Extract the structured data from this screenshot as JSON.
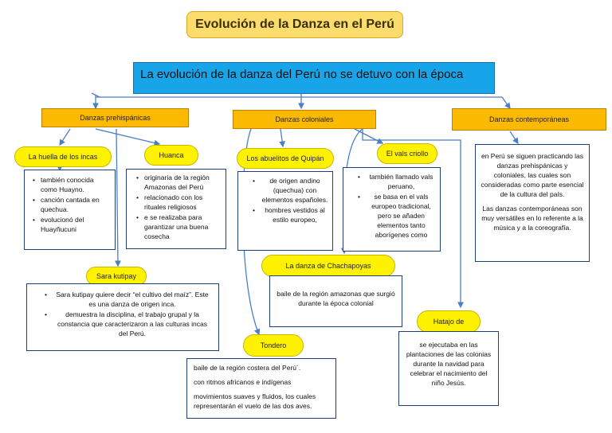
{
  "title": "Evolución de la Danza en el Perú",
  "banner": "La evolución de la danza del Perú no se detuvo con la época",
  "categories": {
    "prehispanic": "Danzas prehispánicas",
    "colonial": "Danzas coloniales",
    "contemporary": "Danzas contemporáneas"
  },
  "nodes": {
    "incas": {
      "label": "La huella de los incas",
      "items": [
        "también conocida como Huayno.",
        "canción cantada en quechua.",
        "evolucionó del Huayñucuni"
      ]
    },
    "huanca": {
      "label": "Huanca",
      "items": [
        "originaria de la región Amazonas del Perú",
        "relacionado con los rituales religiosos",
        "e se realizaba para garantizar una buena cosecha"
      ]
    },
    "sara": {
      "label": "Sara kutipay",
      "items": [
        "Sara kutipay quiere decir “el cultivo del maíz”. Este es una danza de origen inca.",
        "demuestra la disciplina, el trabajo grupal y la constancia que caracterizaron a las culturas incas del Perú."
      ]
    },
    "abuelitos": {
      "label": "Los abuelitos de Quipán",
      "items": [
        "de origen andino (quechua) con elementos españoles.",
        "hombres vestidos al estilo europeo,"
      ]
    },
    "vals": {
      "label": "El vals criollo",
      "items": [
        "también llamado vals peruano,",
        "se basa en el vals europeo tradicional, pero se añaden elementos tanto aborígenes como"
      ]
    },
    "chachapoyas": {
      "label": "La danza de Chachapoyas",
      "text": "baile de la región amazonas que surgió durante la época colonial"
    },
    "hatajo": {
      "label": "Hatajo de",
      "text": "se ejecutaba en las plantaciones de las colonias durante la navidad para celebrar el nacimiento del niño Jesús."
    },
    "tondero": {
      "label": "Tondero",
      "lines": [
        "baile de la región costera del Perú´.",
        "con ritmos africanos e indígenas",
        "movimientos suaves y fluidos, los cuales representarán el vuelo de las dos aves."
      ]
    },
    "contemporary_text": {
      "p1": "en Perú se siguen practicando las danzas prehispánicas y coloniales, las cuales son consideradas como parte esencial de la cultura del país.",
      "p2": "Las danzas contemporáneas son muy versátiles en lo referente a la música y a la coreografía."
    }
  },
  "colors": {
    "title_bg": "#fddc6e",
    "banner_bg": "#17a4e8",
    "category_bg": "#fbb900",
    "pill_bg": "#fff200",
    "line": "#4a7fc8",
    "box_border": "#1f3f7a"
  }
}
